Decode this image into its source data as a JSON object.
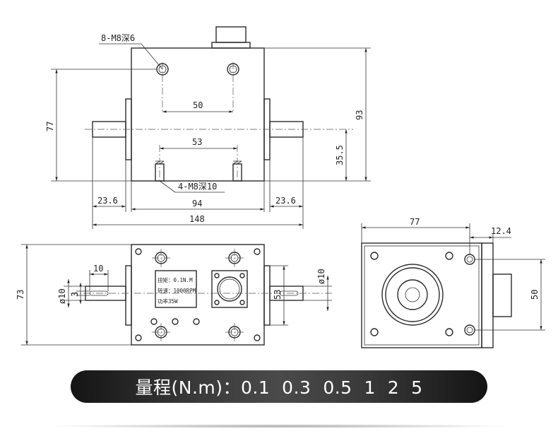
{
  "front_view": {
    "top_hole_label": "8-M8深6",
    "bottom_hole_label": "4-M8深10",
    "dims": {
      "top_hole_spacing": "50",
      "bottom_hole_spacing": "53",
      "height_to_top_holes": "77",
      "overall_height": "93",
      "shaft_center_height": "35.5",
      "left_shaft_length": "23.6",
      "right_shaft_length": "23.6",
      "body_width": "94",
      "overall_length": "148"
    }
  },
  "top_view": {
    "nameplate": {
      "line1": "扭矩：0.1N.M",
      "line2": "转速：1000RPM",
      "line3": "功率35W"
    },
    "dims": {
      "depth": "73",
      "shaft_diameter_left": "ø10",
      "shaft_diameter_right": "ø10",
      "keyway_length": "10",
      "keyway_width": "3",
      "right_height": "53"
    }
  },
  "side_view": {
    "dims": {
      "width": "77",
      "connector_offset": "12.4",
      "height": "50"
    }
  },
  "range_banner": "量程(N.m)：0.1  0.3  0.5  1  2  5"
}
